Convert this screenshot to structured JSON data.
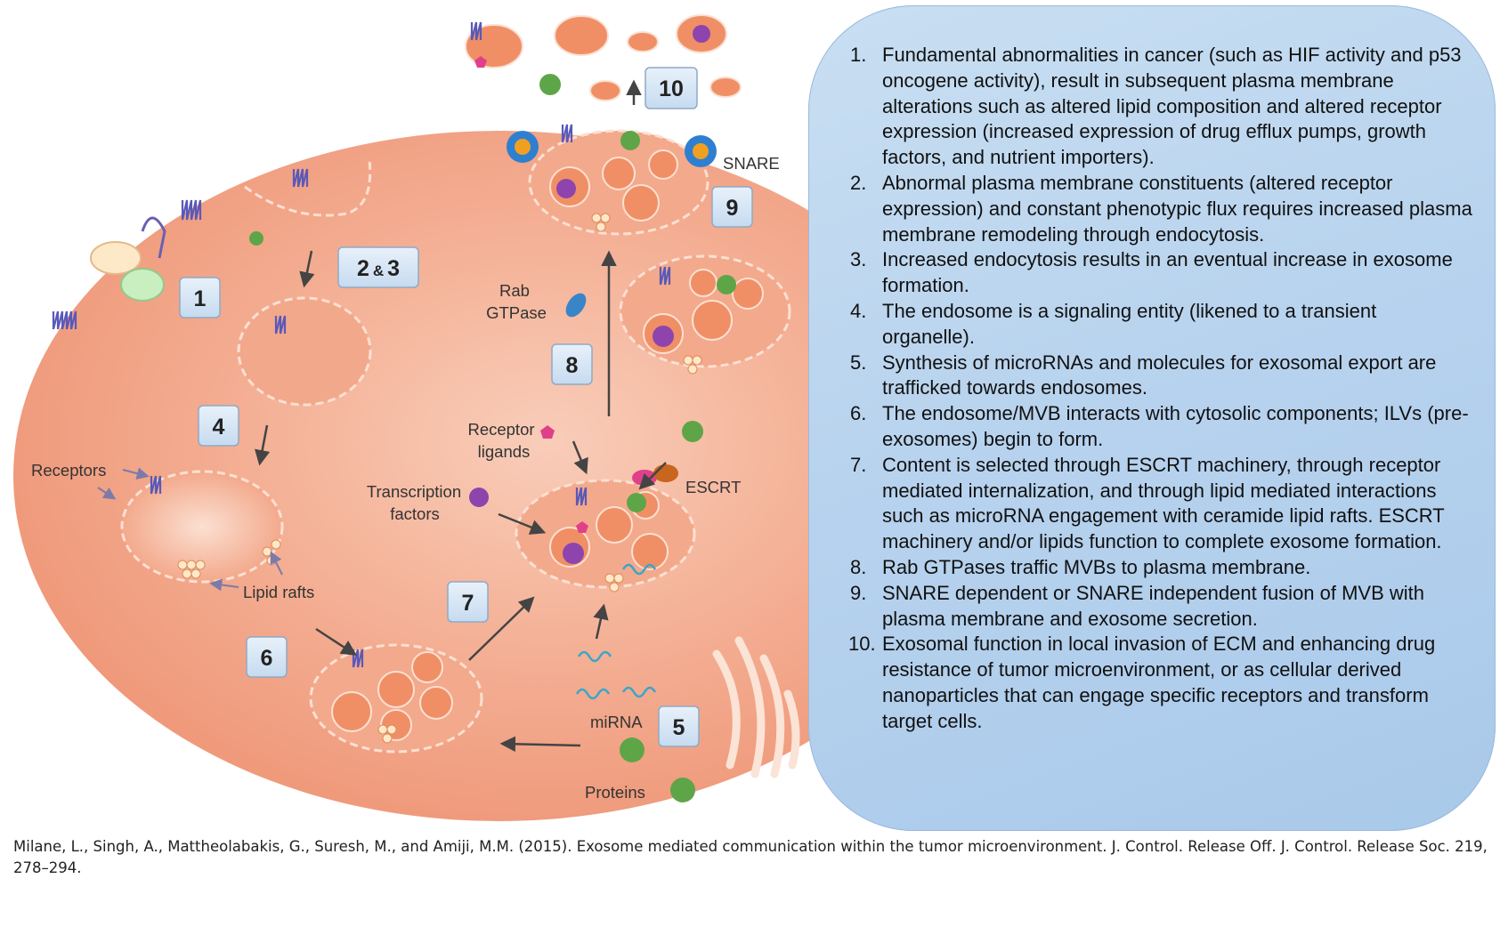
{
  "labels": {
    "receptors": "Receptors",
    "lipid_rafts": "Lipid rafts",
    "rab": "Rab",
    "gtpase": "GTPase",
    "receptor": "Receptor",
    "ligands": "ligands",
    "transcription": "Transcription",
    "factors": "factors",
    "escrt": "ESCRT",
    "snare": "SNARE",
    "mirna": "miRNA",
    "proteins": "Proteins"
  },
  "badges": {
    "b1": "1",
    "b23_a": "2",
    "b23_amp": "&",
    "b23_b": "3",
    "b4": "4",
    "b5": "5",
    "b6": "6",
    "b7": "7",
    "b8": "8",
    "b9": "9",
    "b10": "10"
  },
  "steps": [
    {
      "num": "1.",
      "text": "Fundamental abnormalities in cancer (such as HIF activity and p53 oncogene activity), result in subsequent plasma membrane alterations such as altered lipid composition and altered receptor expression (increased expression of drug efflux pumps, growth factors, and nutrient importers)."
    },
    {
      "num": "2.",
      "text": "Abnormal plasma membrane constituents (altered receptor expression) and constant phenotypic flux requires increased plasma membrane remodeling through endocytosis."
    },
    {
      "num": "3.",
      "text": "Increased endocytosis results in an eventual increase in exosome formation."
    },
    {
      "num": "4.",
      "text": "The endosome is a signaling entity (likened to a transient organelle)."
    },
    {
      "num": "5.",
      "text": "Synthesis of microRNAs and molecules for exosomal export are trafficked towards endosomes."
    },
    {
      "num": "6.",
      "text": "The endosome/MVB interacts with cytosolic components; ILVs (pre-exosomes) begin to form."
    },
    {
      "num": "7.",
      "text": "Content is selected through ESCRT machinery, through receptor mediated internalization, and through lipid mediated interactions such as microRNA engagement with ceramide lipid rafts.  ESCRT machinery and/or lipids function to complete exosome formation."
    },
    {
      "num": "8.",
      "text": "Rab GTPases traffic MVBs to plasma membrane."
    },
    {
      "num": "9.",
      "text": "SNARE dependent or SNARE independent fusion of MVB with plasma membrane and exosome secretion."
    },
    {
      "num": "10.",
      "text": "Exosomal function in local invasion of ECM and enhancing drug resistance of tumor microenvironment, or as cellular derived nanoparticles that can engage specific receptors and transform target cells."
    }
  ],
  "citation": "Milane, L., Singh, A., Mattheolabakis, G., Suresh, M., and Amiji, M.M. (2015). Exosome mediated communication within the tumor microenvironment. J. Control. Release Off. J. Control. Release Soc. 219, 278–294.",
  "colors": {
    "cell": "#f1a285",
    "membrane": "#f7b89d",
    "vesicle": "#f08f66",
    "panel": "#b8d3ee",
    "badge": "#d3e4f4",
    "protein": "#5ea548",
    "tf": "#8e44ad",
    "ligand": "#e0408a",
    "receptor": "#5a59b8"
  }
}
